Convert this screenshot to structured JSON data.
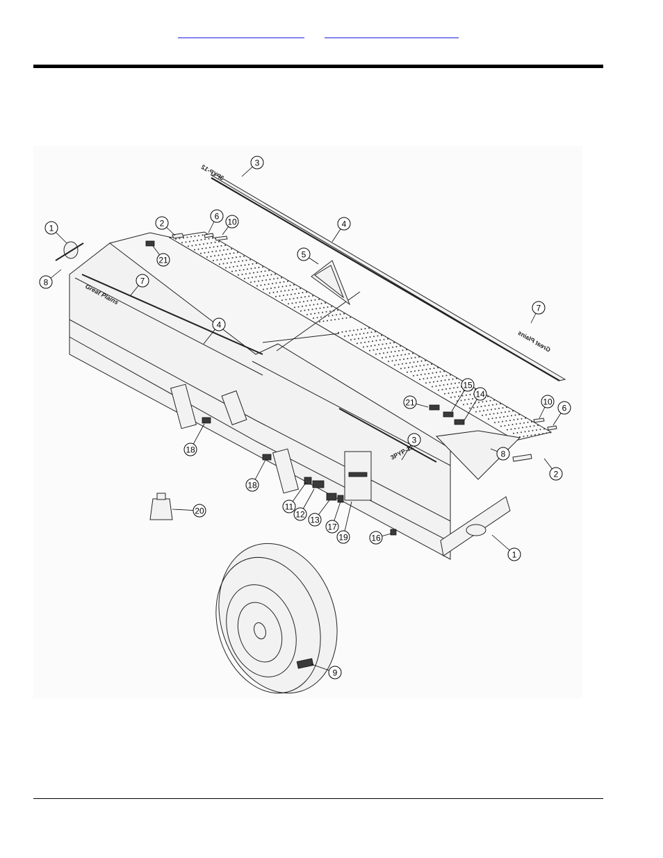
{
  "header": {
    "links": [
      {
        "id": "link-1",
        "text": ""
      },
      {
        "id": "link-2",
        "text": ""
      }
    ]
  },
  "diagram": {
    "callouts": [
      {
        "num": "1"
      },
      {
        "num": "1"
      },
      {
        "num": "2"
      },
      {
        "num": "2"
      },
      {
        "num": "3"
      },
      {
        "num": "3"
      },
      {
        "num": "4"
      },
      {
        "num": "4"
      },
      {
        "num": "5"
      },
      {
        "num": "6"
      },
      {
        "num": "6"
      },
      {
        "num": "7"
      },
      {
        "num": "7"
      },
      {
        "num": "8"
      },
      {
        "num": "8"
      },
      {
        "num": "9"
      },
      {
        "num": "10"
      },
      {
        "num": "10"
      },
      {
        "num": "11"
      },
      {
        "num": "12"
      },
      {
        "num": "13"
      },
      {
        "num": "14"
      },
      {
        "num": "15"
      },
      {
        "num": "16"
      },
      {
        "num": "17"
      },
      {
        "num": "18"
      },
      {
        "num": "18"
      },
      {
        "num": "19"
      },
      {
        "num": "20"
      },
      {
        "num": "21"
      },
      {
        "num": "21"
      }
    ],
    "decals": {
      "brand_text": "Great Plains",
      "model_text": "3PYP-12",
      "model_text_mirrored": "3PYP-12"
    }
  }
}
